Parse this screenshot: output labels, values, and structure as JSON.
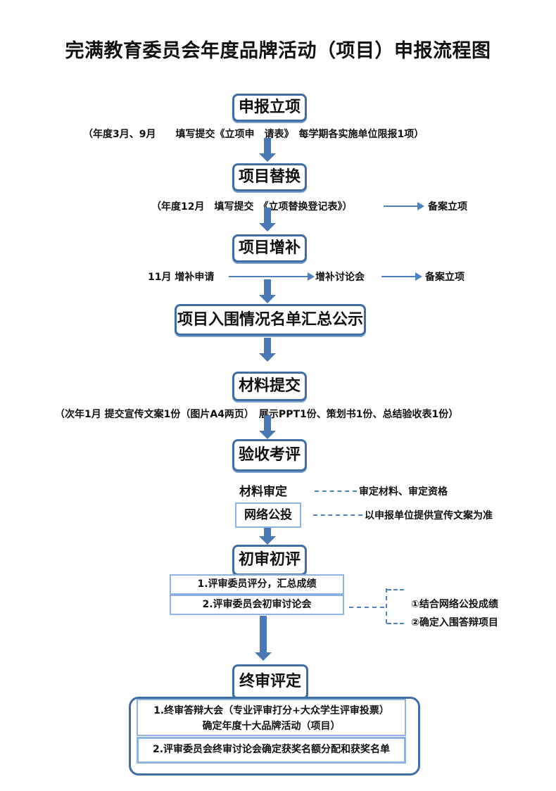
{
  "title": "完满教育委员会年度品牌活动（项目）申报流程图",
  "steps": {
    "s1": {
      "label": "申报立项",
      "note": "（年度3月、9月　　填写提交《立项申　请表》　每学期各实施单位限报1项）"
    },
    "s2": {
      "label": "项目替换",
      "note": "（年度12月　填写提交　《立项替换登记表》）",
      "result": "备案立项"
    },
    "s3": {
      "label": "项目增补",
      "note": "11月 增补申请",
      "middle": "增补讨论会",
      "result": "备案立项"
    },
    "s4": {
      "label": "项目入围情况名单汇总公示"
    },
    "s5": {
      "label": "材料提交",
      "note": "（次年1月 提交宣传文案1份（图片A4两页）　展示PPT1份、策划书1份、总结验收表1份）"
    },
    "s6": {
      "label": "验收考评",
      "items": [
        {
          "label": "材料审定",
          "desc": "审定材料、审定资格"
        },
        {
          "label": "网络公投",
          "desc": "以申报单位提供宣传文案为准"
        }
      ]
    },
    "s7": {
      "label": "初审初评",
      "items": [
        "1.评审委员评分，汇总成绩",
        "2.评审委员会初审讨论会"
      ],
      "notes": [
        "①结合网络公投成绩",
        "②确定入围答辩项目"
      ]
    },
    "s8": {
      "label": "终审评定",
      "item1_line1": "1.终审答辩大会（专业评审打分+大众学生评审投票）",
      "item1_line2": "确定年度十大品牌活动（项目）",
      "item2": "2.评审委员会终审讨论会确定获奖名额分配和获奖名单"
    }
  },
  "colors": {
    "box_border": "#3f6ea3",
    "arrow": "#4a78b4",
    "line": "#4f81bd",
    "sub_border": "#8db3e2"
  }
}
